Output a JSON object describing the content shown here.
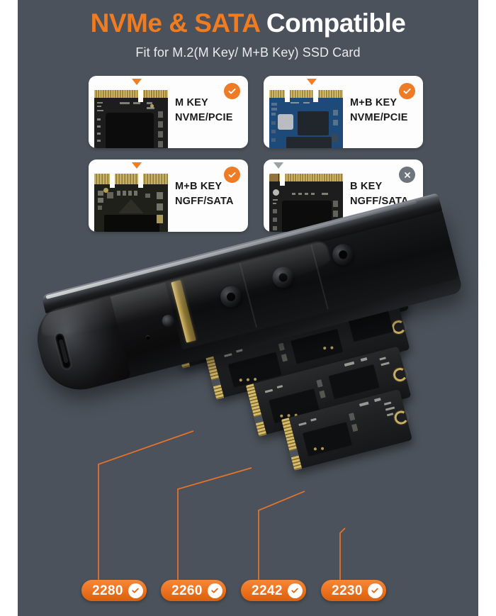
{
  "header": {
    "title_highlight": "NVMe & SATA",
    "title_rest": " Compatible",
    "subtitle": "Fit for M.2(M Key/ M+B Key) SSD Card"
  },
  "colors": {
    "background": "#4b525b",
    "accent_orange": "#f07c22",
    "pill_orange": "#ea6f1b",
    "card_white": "#fdfdfd",
    "disabled_gray": "#6e747b",
    "gold": "#d6bb6b"
  },
  "compatibility_cards": [
    {
      "line1": "M KEY",
      "line2": "NVME/PCIE",
      "status": "compatible",
      "badge_icon": "check-circle-icon",
      "marker_icon": "triangle-down-icon",
      "pcb_color": "dark"
    },
    {
      "line1": "M+B KEY",
      "line2": "NVME/PCIE",
      "status": "compatible",
      "badge_icon": "check-circle-icon",
      "marker_icon": "triangle-down-icon",
      "pcb_color": "blue"
    },
    {
      "line1": "M+B KEY",
      "line2": "NGFF/SATA",
      "status": "compatible",
      "badge_icon": "check-circle-icon",
      "marker_icon": "triangle-down-icon",
      "pcb_color": "olive"
    },
    {
      "line1": "B KEY",
      "line2": "NGFF/SATA",
      "status": "incompatible",
      "badge_icon": "x-circle-icon",
      "marker_icon": "triangle-down-icon",
      "pcb_color": "dark"
    }
  ],
  "size_badges": [
    {
      "size": "2280",
      "icon": "check-circle-icon"
    },
    {
      "size": "2260",
      "icon": "check-circle-icon"
    },
    {
      "size": "2242",
      "icon": "check-circle-icon"
    },
    {
      "size": "2230",
      "icon": "check-circle-icon"
    }
  ],
  "product": {
    "enclosure_icon": "m2-ssd-enclosure",
    "port_icon": "usb-c-port-icon",
    "slot_icon": "m2-connector-slot-icon",
    "board_count": 4
  }
}
